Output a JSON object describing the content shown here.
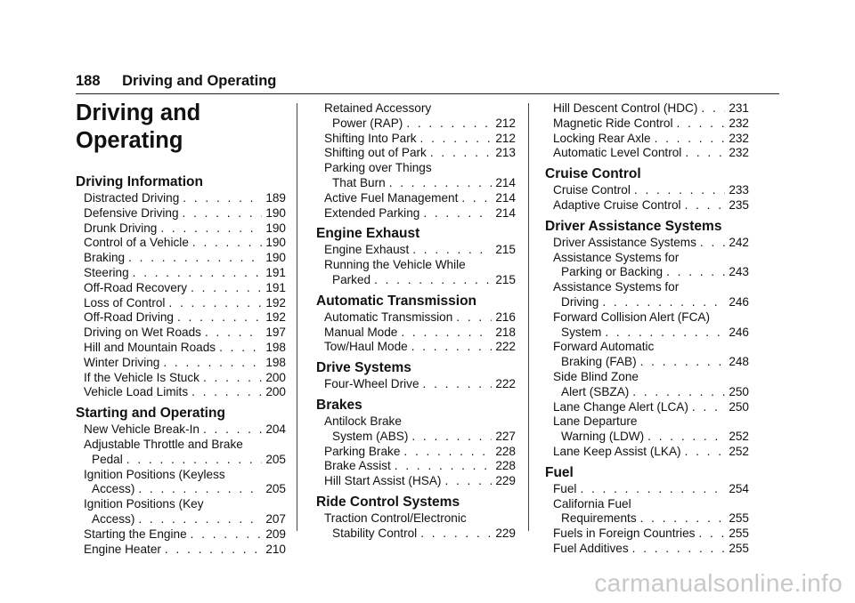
{
  "page": {
    "number": "188",
    "running_title": "Driving and Operating"
  },
  "chapter_title_line1": "Driving and",
  "chapter_title_line2": "Operating",
  "columns": [
    [
      {
        "kind": "section",
        "title": "Driving Information"
      },
      {
        "kind": "entry",
        "text": "Distracted Driving",
        "page": "189"
      },
      {
        "kind": "entry",
        "text": "Defensive Driving",
        "page": "190"
      },
      {
        "kind": "entry",
        "text": "Drunk Driving",
        "page": "190"
      },
      {
        "kind": "entry",
        "text": "Control of a Vehicle",
        "page": "190"
      },
      {
        "kind": "entry",
        "text": "Braking",
        "page": "190"
      },
      {
        "kind": "entry",
        "text": "Steering",
        "page": "191"
      },
      {
        "kind": "entry",
        "text": "Off-Road Recovery",
        "page": "191"
      },
      {
        "kind": "entry",
        "text": "Loss of Control",
        "page": "192"
      },
      {
        "kind": "entry",
        "text": "Off-Road Driving",
        "page": "192"
      },
      {
        "kind": "entry",
        "text": "Driving on Wet Roads",
        "page": "197"
      },
      {
        "kind": "entry",
        "text": "Hill and Mountain Roads",
        "page": "198"
      },
      {
        "kind": "entry",
        "text": "Winter Driving",
        "page": "198"
      },
      {
        "kind": "entry",
        "text": "If the Vehicle Is Stuck",
        "page": "200"
      },
      {
        "kind": "entry",
        "text": "Vehicle Load Limits",
        "page": "200"
      },
      {
        "kind": "section",
        "title": "Starting and Operating"
      },
      {
        "kind": "entry",
        "text": "New Vehicle Break-In",
        "page": "204"
      },
      {
        "kind": "entry",
        "first": "Adjustable Throttle and Brake",
        "text": "Pedal",
        "page": "205"
      },
      {
        "kind": "entry",
        "first": "Ignition Positions (Keyless",
        "text": "Access)",
        "page": "205"
      },
      {
        "kind": "entry",
        "first": "Ignition Positions (Key",
        "text": "Access)",
        "page": "207"
      },
      {
        "kind": "entry",
        "text": "Starting the Engine",
        "page": "209"
      },
      {
        "kind": "entry",
        "text": "Engine Heater",
        "page": "210"
      }
    ],
    [
      {
        "kind": "entry",
        "first": "Retained Accessory",
        "text": "Power (RAP)",
        "page": "212"
      },
      {
        "kind": "entry",
        "text": "Shifting Into Park",
        "page": "212"
      },
      {
        "kind": "entry",
        "text": "Shifting out of Park",
        "page": "213"
      },
      {
        "kind": "entry",
        "first": "Parking over Things",
        "text": "That Burn",
        "page": "214"
      },
      {
        "kind": "entry",
        "text": "Active Fuel Management",
        "page": "214"
      },
      {
        "kind": "entry",
        "text": "Extended Parking",
        "page": "214"
      },
      {
        "kind": "section",
        "title": "Engine Exhaust"
      },
      {
        "kind": "entry",
        "text": "Engine Exhaust",
        "page": "215"
      },
      {
        "kind": "entry",
        "first": "Running the Vehicle While",
        "text": "Parked",
        "page": "215"
      },
      {
        "kind": "section",
        "title": "Automatic Transmission"
      },
      {
        "kind": "entry",
        "text": "Automatic Transmission",
        "page": "216"
      },
      {
        "kind": "entry",
        "text": "Manual Mode",
        "page": "218"
      },
      {
        "kind": "entry",
        "text": "Tow/Haul Mode",
        "page": "222"
      },
      {
        "kind": "section",
        "title": "Drive Systems"
      },
      {
        "kind": "entry",
        "text": "Four-Wheel Drive",
        "page": "222"
      },
      {
        "kind": "section",
        "title": "Brakes"
      },
      {
        "kind": "entry",
        "first": "Antilock Brake",
        "text": "System (ABS)",
        "page": "227"
      },
      {
        "kind": "entry",
        "text": "Parking Brake",
        "page": "228"
      },
      {
        "kind": "entry",
        "text": "Brake Assist",
        "page": "228"
      },
      {
        "kind": "entry",
        "text": "Hill Start Assist (HSA)",
        "page": "229"
      },
      {
        "kind": "section",
        "title": "Ride Control Systems"
      },
      {
        "kind": "entry",
        "first": "Traction Control/Electronic",
        "text": "Stability Control",
        "page": "229"
      }
    ],
    [
      {
        "kind": "entry",
        "text": "Hill Descent Control (HDC)",
        "page": "231"
      },
      {
        "kind": "entry",
        "text": "Magnetic Ride Control",
        "page": "232"
      },
      {
        "kind": "entry",
        "text": "Locking Rear Axle",
        "page": "232"
      },
      {
        "kind": "entry",
        "text": "Automatic Level Control",
        "page": "232"
      },
      {
        "kind": "section",
        "title": "Cruise Control"
      },
      {
        "kind": "entry",
        "text": "Cruise Control",
        "page": "233"
      },
      {
        "kind": "entry",
        "text": "Adaptive Cruise Control",
        "page": "235"
      },
      {
        "kind": "section",
        "title": "Driver Assistance Systems"
      },
      {
        "kind": "entry",
        "text": "Driver Assistance Systems",
        "page": "242"
      },
      {
        "kind": "entry",
        "first": "Assistance Systems for",
        "text": "Parking or Backing",
        "page": "243"
      },
      {
        "kind": "entry",
        "first": "Assistance Systems for",
        "text": "Driving",
        "page": "246"
      },
      {
        "kind": "entry",
        "first": "Forward Collision Alert (FCA)",
        "text": "System",
        "page": "246"
      },
      {
        "kind": "entry",
        "first": "Forward Automatic",
        "text": "Braking (FAB)",
        "page": "248"
      },
      {
        "kind": "entry",
        "first": "Side Blind Zone",
        "text": "Alert (SBZA)",
        "page": "250"
      },
      {
        "kind": "entry",
        "text": "Lane Change Alert (LCA)",
        "page": "250"
      },
      {
        "kind": "entry",
        "first": "Lane Departure",
        "text": "Warning (LDW)",
        "page": "252"
      },
      {
        "kind": "entry",
        "text": "Lane Keep Assist (LKA)",
        "page": "252"
      },
      {
        "kind": "section",
        "title": "Fuel"
      },
      {
        "kind": "entry",
        "text": "Fuel",
        "page": "254"
      },
      {
        "kind": "entry",
        "first": "California Fuel",
        "text": "Requirements",
        "page": "255"
      },
      {
        "kind": "entry",
        "text": "Fuels in Foreign Countries",
        "page": "255"
      },
      {
        "kind": "entry",
        "text": "Fuel Additives",
        "page": "255"
      }
    ]
  ],
  "watermark": "carmanualsonline.info"
}
